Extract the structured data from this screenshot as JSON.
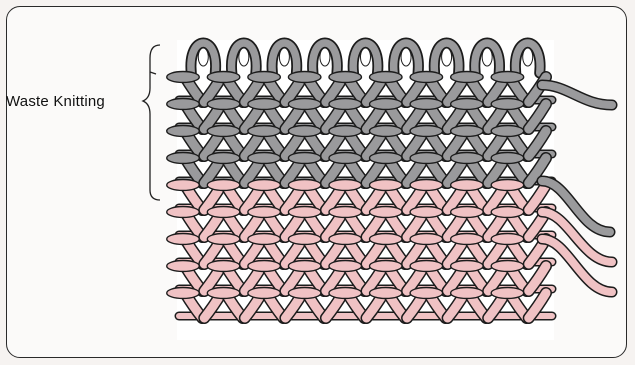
{
  "label": "Waste Knitting",
  "colors": {
    "waste": "#9a9a9c",
    "main": "#f0c2c4",
    "outline": "#1c1c1c",
    "background": "#fbfaf9"
  },
  "diagram": {
    "waste_rows": 4,
    "main_rows": 5,
    "stitches_per_row": 9,
    "top_loops": "open",
    "strands": [
      "yarn-end-top",
      "yarn-end-waste",
      "yarn-end-main-1",
      "yarn-end-main-2"
    ]
  }
}
